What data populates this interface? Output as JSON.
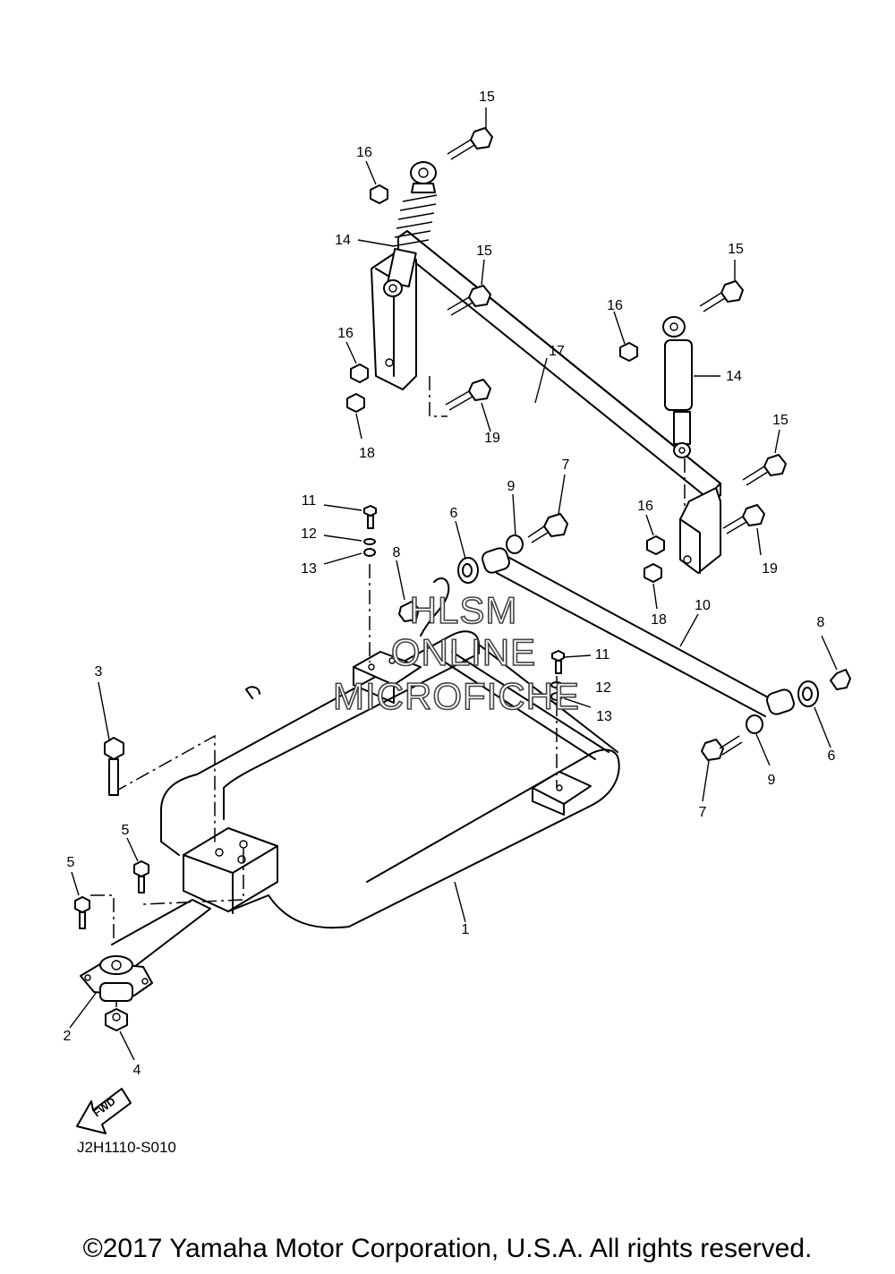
{
  "diagram_code": "J2H1110-S010",
  "copyright": "©2017 Yamaha Motor Corporation, U.S.A. All rights reserved.",
  "watermark": [
    "HLSM",
    "ONLINE",
    "MICROFICHE"
  ],
  "fwd_label": "FWD",
  "callouts": {
    "c1": "1",
    "c2": "2",
    "c3": "3",
    "c4": "4",
    "c5a": "5",
    "c5b": "5",
    "c6a": "6",
    "c6b": "6",
    "c7a": "7",
    "c7b": "7",
    "c8a": "8",
    "c8b": "8",
    "c9a": "9",
    "c9b": "9",
    "c10": "10",
    "c11a": "11",
    "c11b": "11",
    "c12a": "12",
    "c12b": "12",
    "c13a": "13",
    "c13b": "13",
    "c14a": "14",
    "c14b": "14",
    "c15a": "15",
    "c15b": "15",
    "c15c": "15",
    "c15d": "15",
    "c16a": "16",
    "c16b": "16",
    "c16c": "16",
    "c16d": "16",
    "c17": "17",
    "c18a": "18",
    "c18b": "18",
    "c19a": "19",
    "c19b": "19"
  }
}
